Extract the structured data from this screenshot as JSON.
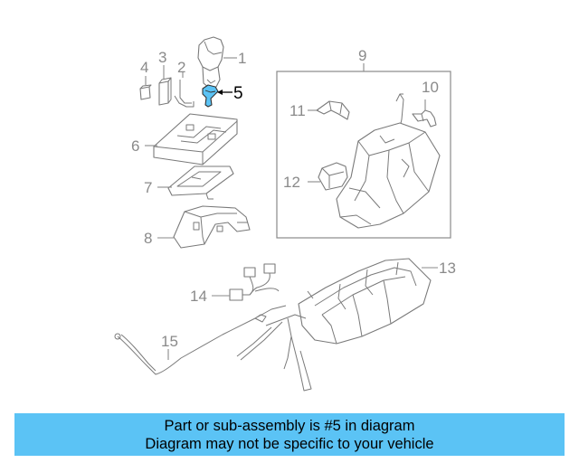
{
  "callouts": {
    "c1": "1",
    "c2": "2",
    "c3": "3",
    "c4": "4",
    "c5": "5",
    "c6": "6",
    "c7": "7",
    "c8": "8",
    "c9": "9",
    "c10": "10",
    "c11": "11",
    "c12": "12",
    "c13": "13",
    "c14": "14",
    "c15": "15"
  },
  "highlight": {
    "part": "5",
    "color": "#5bc3f5"
  },
  "colors": {
    "line": "#8a8a8a",
    "banner": "#5bc3f5"
  },
  "banner": {
    "line1": "Part or sub-assembly is #5 in diagram",
    "line2": "Diagram may not be specific to your vehicle"
  }
}
